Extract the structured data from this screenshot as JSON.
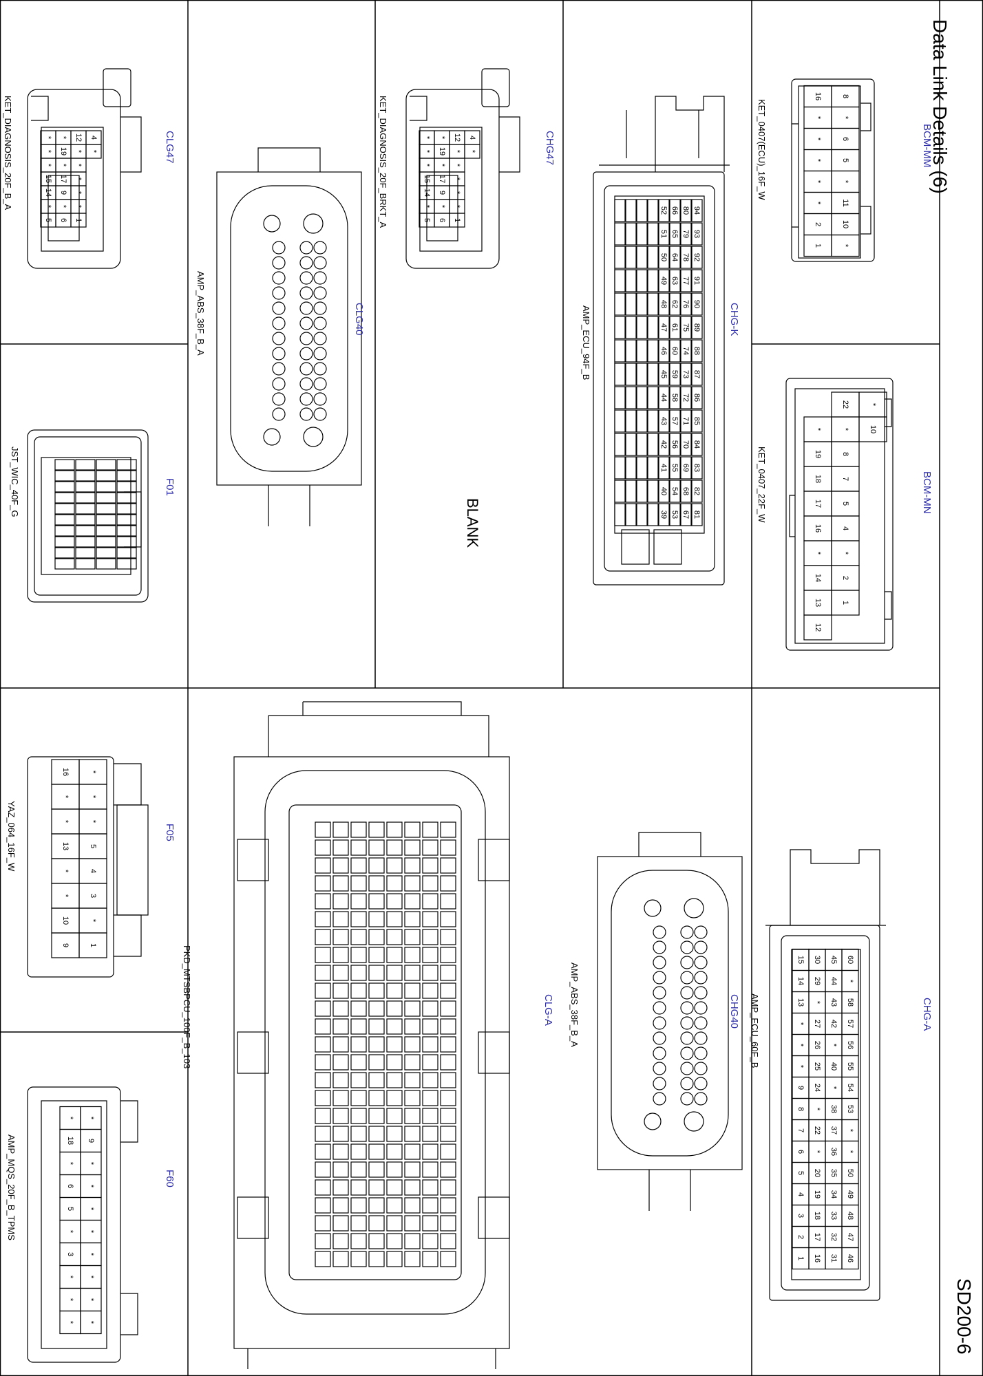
{
  "header": {
    "title": "Data Link Details (6)",
    "page_code": "SD200-6"
  },
  "cells": [
    {
      "id": "BCM-MM",
      "part": "KET_0407(ECU)_16F_W"
    },
    {
      "id": "BCM-MN",
      "part": "KET_0407_22F_W"
    },
    {
      "id": "CHG-K",
      "part": "AMP_ECU_94F_B"
    },
    {
      "id": "CHG47",
      "part": "KET_DIAGNOSIS_20F_BRKT_A"
    },
    {
      "id": "CLG40",
      "part": "AMP_ABS_38F_B_A"
    },
    {
      "id": "CLG47",
      "part": "KET_DIAGNOSIS_20F_B_A"
    },
    {
      "id": "F01",
      "part": "JST_WIC_40F_G"
    },
    {
      "id": "CHG-A",
      "part": "AMP_ECU_60F_B"
    },
    {
      "id": "CHG40",
      "part": "AMP_ABS_38F_B_A"
    },
    {
      "id": "CLG-A",
      "part": "PKD_MTSBPCU_100F_B_103"
    },
    {
      "id": "F05",
      "part": "YAZ_064_16F_W"
    },
    {
      "id": "F60",
      "part": "AMP_MQS_20F_B_TPMS"
    }
  ],
  "blank_label": "BLANK",
  "pins": {
    "bcm_mm": [
      [
        "8",
        "*",
        "6",
        "5",
        "*",
        "11",
        "10",
        "*"
      ],
      [
        "16",
        "*",
        "*",
        "*",
        "*",
        "*",
        "2",
        "1"
      ]
    ],
    "bcm_mn": [
      [
        "*",
        "10",
        "",
        "",
        "",
        "",
        "",
        ""
      ],
      [
        "22",
        "*",
        "8",
        "7",
        "5",
        "4",
        "*",
        "2",
        "1"
      ],
      [
        "",
        "*",
        "19",
        "18",
        "17",
        "16",
        "*",
        "14",
        "13",
        "12"
      ]
    ],
    "dlc": [
      [
        "4",
        "*",
        "",
        "",
        "",
        "",
        ""
      ],
      [
        "12",
        "*",
        "*",
        "*",
        "*",
        "*",
        "1"
      ],
      [
        "*",
        "19",
        "*",
        "17",
        "9",
        "*",
        "6"
      ],
      [
        "*",
        "*",
        "*",
        "15",
        "14",
        "*",
        "5"
      ]
    ],
    "f05": [
      [
        "*",
        "*",
        "*",
        "5",
        "4",
        "3",
        "*",
        "1"
      ],
      [
        "16",
        "*",
        "*",
        "13",
        "*",
        "*",
        "10",
        "9"
      ]
    ],
    "f60": [
      [
        "*",
        "9",
        "*",
        "*",
        "*",
        "*",
        "*",
        "*",
        "*",
        "*"
      ],
      [
        "*",
        "18",
        "*",
        "6",
        "5",
        "*",
        "3",
        "*",
        "*",
        "*"
      ]
    ],
    "chga": [
      [
        "60",
        "*",
        "58",
        "57",
        "56",
        "55",
        "54",
        "53",
        "*",
        "*",
        "50",
        "49",
        "48",
        "47",
        "46"
      ],
      [
        "45",
        "44",
        "43",
        "42",
        "*",
        "40",
        "*",
        "38",
        "37",
        "36",
        "35",
        "34",
        "33",
        "32",
        "31"
      ],
      [
        "30",
        "29",
        "*",
        "27",
        "26",
        "25",
        "24",
        "*",
        "22",
        "*",
        "20",
        "19",
        "18",
        "17",
        "16"
      ],
      [
        "15",
        "14",
        "13",
        "*",
        "*",
        "*",
        "9",
        "8",
        "7",
        "6",
        "5",
        "4",
        "3",
        "2",
        "1"
      ]
    ]
  }
}
